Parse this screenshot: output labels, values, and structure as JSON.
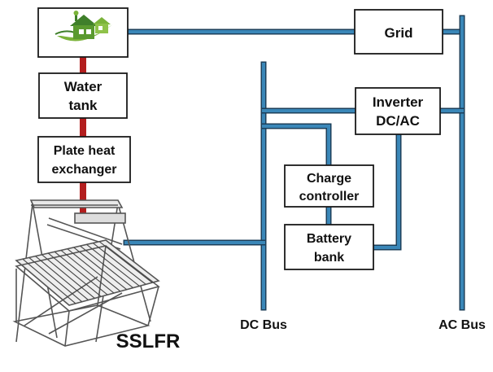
{
  "colors": {
    "bus": "#3a87b8",
    "bus_dark": "#1c3f5a",
    "heat_pipe": "#b31e1e",
    "box_border": "#1a1a1a",
    "house_green": "#7bb33a",
    "house_dark_green": "#3f7f2a",
    "frame": "#555555"
  },
  "icons": {
    "house": "green-house-icon",
    "collector": "sslfr-collector-drawing"
  },
  "boxes": {
    "grid": "Grid",
    "water_tank": [
      "Water",
      "tank"
    ],
    "heat_exchanger": [
      "Plate heat",
      "exchanger"
    ],
    "inverter": [
      "Inverter",
      "DC/AC"
    ],
    "charge_controller": [
      "Charge",
      "controller"
    ],
    "battery_bank": [
      "Battery",
      "bank"
    ]
  },
  "labels": {
    "dc_bus": "DC Bus",
    "ac_bus": "AC Bus",
    "sslfr": "SSLFR"
  }
}
